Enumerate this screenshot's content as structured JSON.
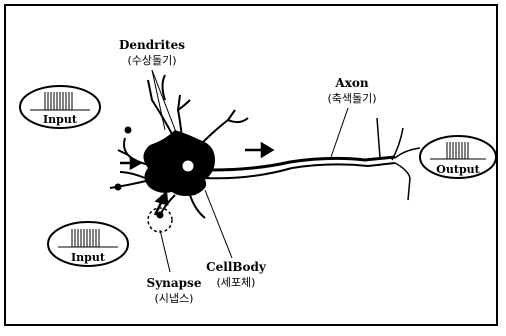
{
  "labels": {
    "dendrites": {
      "en": "Dendrites",
      "ko": "(수상돌기)"
    },
    "axon": {
      "en": "Axon",
      "ko": "(축색돌기)"
    },
    "cellbody": {
      "en": "CellBody",
      "ko": "(세포체)"
    },
    "synapse": {
      "en": "Synapse",
      "ko": "(시냅스)"
    }
  },
  "signals": {
    "input_top": "Input",
    "input_bottom": "Input",
    "output": "Output"
  }
}
